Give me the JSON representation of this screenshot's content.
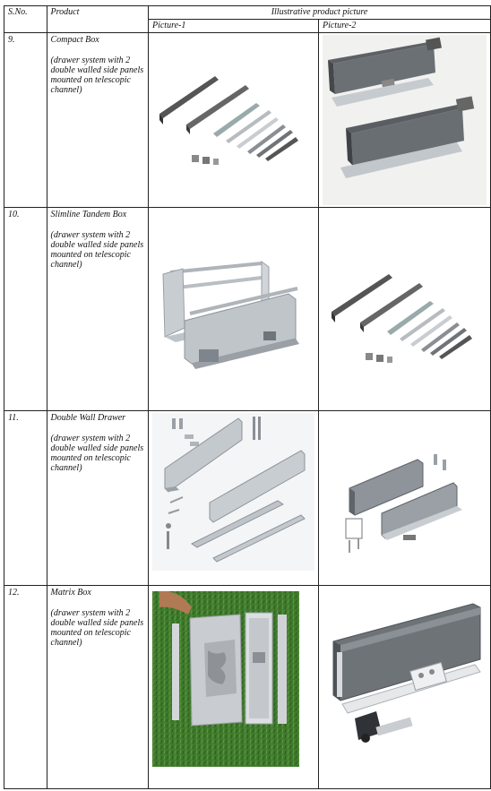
{
  "header": {
    "sno": "S.No.",
    "product": "Product",
    "pictures": "Illustrative product picture",
    "picture1": "Picture-1",
    "picture2": "Picture-2"
  },
  "rows": [
    {
      "sno": "9.",
      "name": "Compact Box",
      "description": "(drawer system with 2 double walled side panels mounted on telescopic channel)",
      "picture1_icon": "drawer-parts-exploded-icon",
      "picture2_icon": "compact-box-assembled-icon"
    },
    {
      "sno": "10.",
      "name": "Slimline Tandem Box",
      "description": "(drawer system with 2 double walled side panels mounted on telescopic channel)",
      "picture1_icon": "tandem-box-assembled-icon",
      "picture2_icon": "drawer-parts-exploded-icon"
    },
    {
      "sno": "11.",
      "name": "Double Wall Drawer",
      "description": "(drawer system with 2 double walled side panels mounted on telescopic channel)",
      "picture1_icon": "double-wall-parts-diagram-icon",
      "picture2_icon": "double-wall-assembly-diagram-icon"
    },
    {
      "sno": "12.",
      "name": "Matrix Box",
      "description": "(drawer system with 2 double walled side panels mounted on telescopic channel)",
      "picture1_icon": "matrix-box-photo-on-grass-icon",
      "picture2_icon": "matrix-box-closeup-icon"
    }
  ]
}
